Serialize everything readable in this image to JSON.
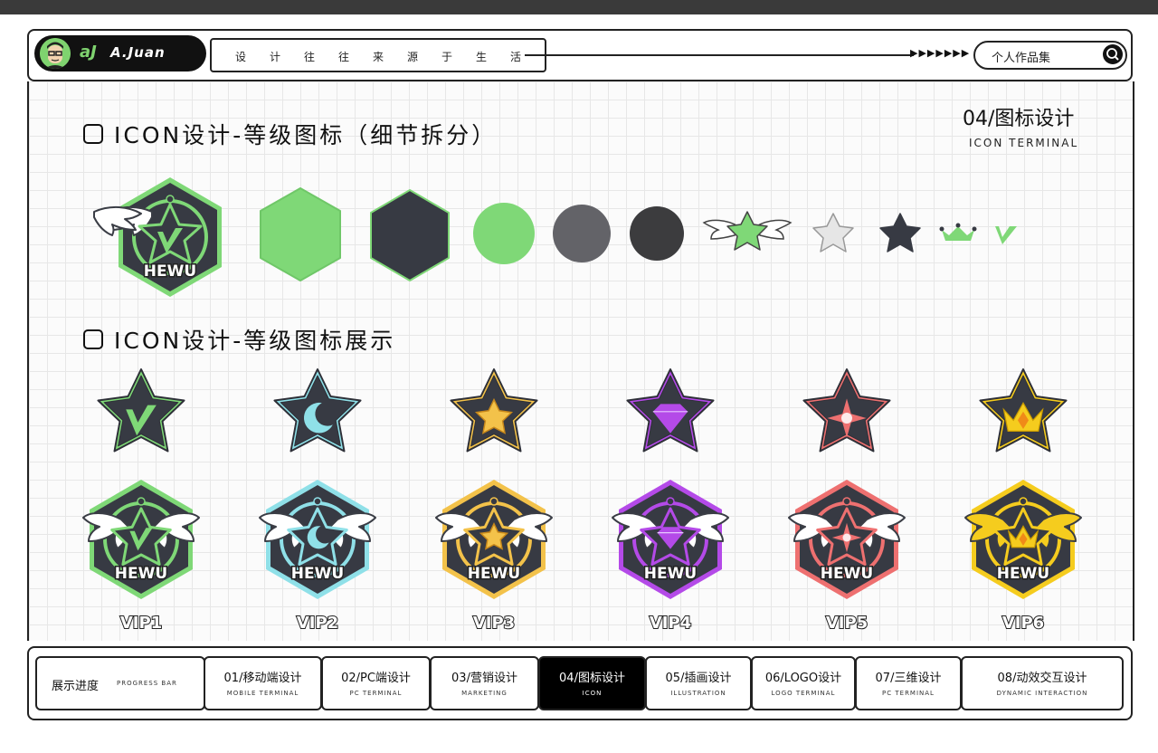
{
  "header": {
    "brand_mark": "aJ",
    "brand_name": "A.Juan",
    "slogan_chars": [
      "设",
      "计",
      "往",
      "往",
      "来",
      "源",
      "于",
      "生",
      "活"
    ],
    "arrows": "▶▶▶▶▶▶▶",
    "portfolio_label": "个人作品集"
  },
  "page": {
    "id": "04/图标设计",
    "subtitle": "ICON TERMINAL"
  },
  "sections": {
    "breakdown_title": "ICON设计-等级图标（细节拆分）",
    "showcase_title": "ICON设计-等级图标展示"
  },
  "badge_text": "HEWU",
  "colors": {
    "green": "#7fd877",
    "dark": "#373a43",
    "gray": "#636368",
    "charcoal": "#3c3c3e",
    "light_gray": "#e6e6e6"
  },
  "vip_levels": [
    {
      "label": "VIP1",
      "color": "#7fd877",
      "emblem": "v-icon"
    },
    {
      "label": "VIP2",
      "color": "#8fe0e8",
      "emblem": "moon-icon"
    },
    {
      "label": "VIP3",
      "color": "#f3c24a",
      "emblem": "star-icon"
    },
    {
      "label": "VIP4",
      "color": "#b44ae8",
      "emblem": "diamond-icon"
    },
    {
      "label": "VIP5",
      "color": "#ee7070",
      "emblem": "sparkle-icon"
    },
    {
      "label": "VIP6",
      "color": "#f5cc1e",
      "emblem": "crown-icon"
    }
  ],
  "nav": {
    "progress": {
      "title": "展示进度",
      "sub": "PROGRESS BAR"
    },
    "items": [
      {
        "title": "01/移动端设计",
        "sub": "MOBILE TERMINAL"
      },
      {
        "title": "02/PC端设计",
        "sub": "PC TERMINAL"
      },
      {
        "title": "03/营销设计",
        "sub": "MARKETING"
      },
      {
        "title": "04/图标设计",
        "sub": "ICON"
      },
      {
        "title": "05/插画设计",
        "sub": "ILLUSTRATION"
      },
      {
        "title": "06/LOGO设计",
        "sub": "LOGO TERMINAL"
      },
      {
        "title": "07/三维设计",
        "sub": "PC TERMINAL"
      },
      {
        "title": "08/动效交互设计",
        "sub": "DYNAMIC INTERACTION"
      }
    ],
    "active_index": 3
  }
}
